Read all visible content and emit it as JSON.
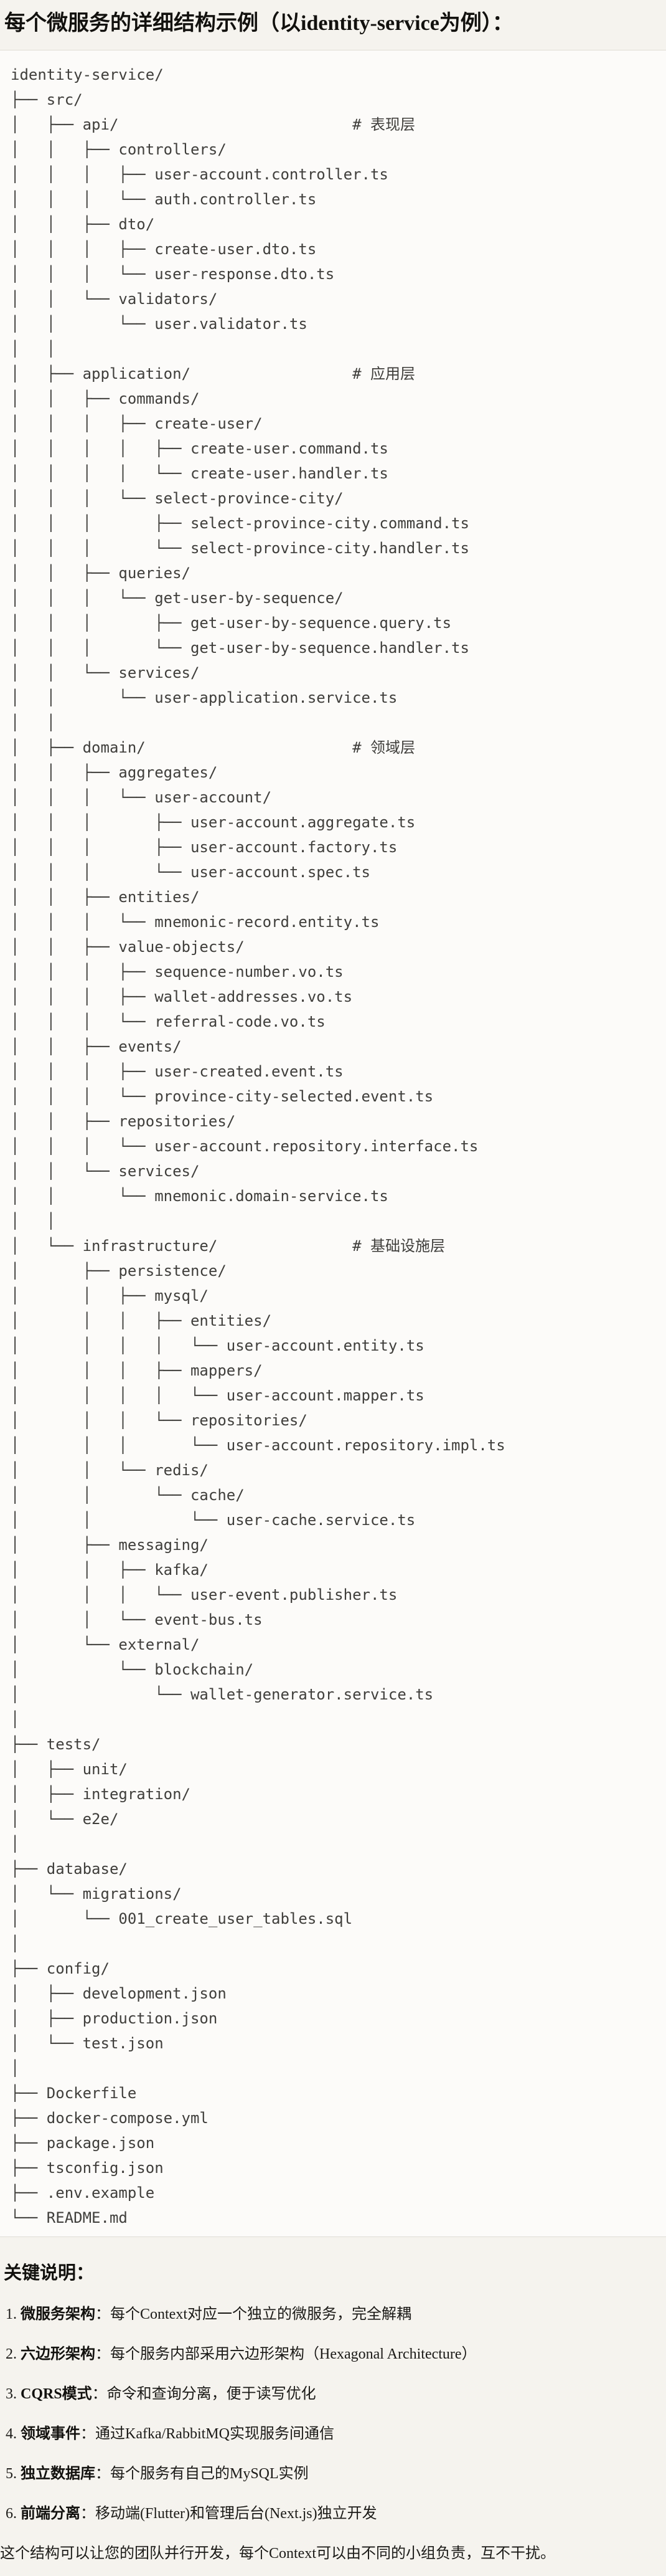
{
  "page": {
    "title": "每个微服务的详细结构示例（以identity-service为例）：",
    "colors": {
      "page_bg": "#F5F3EE",
      "code_bg": "#FCFBF9",
      "border": "#E0DDD6",
      "code_text": "#3F3E3B",
      "heading_text": "#12110E"
    }
  },
  "tree": {
    "lines": [
      "identity-service/",
      "├── src/",
      "│   ├── api/                          # 表现层",
      "│   │   ├── controllers/",
      "│   │   │   ├── user-account.controller.ts",
      "│   │   │   └── auth.controller.ts",
      "│   │   ├── dto/",
      "│   │   │   ├── create-user.dto.ts",
      "│   │   │   └── user-response.dto.ts",
      "│   │   └── validators/",
      "│   │       └── user.validator.ts",
      "│   │",
      "│   ├── application/                  # 应用层",
      "│   │   ├── commands/",
      "│   │   │   ├── create-user/",
      "│   │   │   │   ├── create-user.command.ts",
      "│   │   │   │   └── create-user.handler.ts",
      "│   │   │   └── select-province-city/",
      "│   │   │       ├── select-province-city.command.ts",
      "│   │   │       └── select-province-city.handler.ts",
      "│   │   ├── queries/",
      "│   │   │   └── get-user-by-sequence/",
      "│   │   │       ├── get-user-by-sequence.query.ts",
      "│   │   │       └── get-user-by-sequence.handler.ts",
      "│   │   └── services/",
      "│   │       └── user-application.service.ts",
      "│   │",
      "│   ├── domain/                       # 领域层",
      "│   │   ├── aggregates/",
      "│   │   │   └── user-account/",
      "│   │   │       ├── user-account.aggregate.ts",
      "│   │   │       ├── user-account.factory.ts",
      "│   │   │       └── user-account.spec.ts",
      "│   │   ├── entities/",
      "│   │   │   └── mnemonic-record.entity.ts",
      "│   │   ├── value-objects/",
      "│   │   │   ├── sequence-number.vo.ts",
      "│   │   │   ├── wallet-addresses.vo.ts",
      "│   │   │   └── referral-code.vo.ts",
      "│   │   ├── events/",
      "│   │   │   ├── user-created.event.ts",
      "│   │   │   └── province-city-selected.event.ts",
      "│   │   ├── repositories/",
      "│   │   │   └── user-account.repository.interface.ts",
      "│   │   └── services/",
      "│   │       └── mnemonic.domain-service.ts",
      "│   │",
      "│   └── infrastructure/               # 基础设施层",
      "│       ├── persistence/",
      "│       │   ├── mysql/",
      "│       │   │   ├── entities/",
      "│       │   │   │   └── user-account.entity.ts",
      "│       │   │   ├── mappers/",
      "│       │   │   │   └── user-account.mapper.ts",
      "│       │   │   └── repositories/",
      "│       │   │       └── user-account.repository.impl.ts",
      "│       │   └── redis/",
      "│       │       └── cache/",
      "│       │           └── user-cache.service.ts",
      "│       ├── messaging/",
      "│       │   ├── kafka/",
      "│       │   │   └── user-event.publisher.ts",
      "│       │   └── event-bus.ts",
      "│       └── external/",
      "│           └── blockchain/",
      "│               └── wallet-generator.service.ts",
      "│",
      "├── tests/",
      "│   ├── unit/",
      "│   ├── integration/",
      "│   └── e2e/",
      "│",
      "├── database/",
      "│   └── migrations/",
      "│       └── 001_create_user_tables.sql",
      "│",
      "├── config/",
      "│   ├── development.json",
      "│   ├── production.json",
      "│   └── test.json",
      "│",
      "├── Dockerfile",
      "├── docker-compose.yml",
      "├── package.json",
      "├── tsconfig.json",
      "├── .env.example",
      "└── README.md"
    ]
  },
  "notes": {
    "heading": "关键说明：",
    "items": [
      {
        "num": "1.",
        "label": "微服务架构",
        "text": "：每个Context对应一个独立的微服务，完全解耦"
      },
      {
        "num": "2.",
        "label": "六边形架构",
        "text": "：每个服务内部采用六边形架构（Hexagonal Architecture）"
      },
      {
        "num": "3.",
        "label": "CQRS模式",
        "text": "：命令和查询分离，便于读写优化"
      },
      {
        "num": "4.",
        "label": "领域事件",
        "text": "：通过Kafka/RabbitMQ实现服务间通信"
      },
      {
        "num": "5.",
        "label": "独立数据库",
        "text": "：每个服务有自己的MySQL实例"
      },
      {
        "num": "6.",
        "label": "前端分离",
        "text": "：移动端(Flutter)和管理后台(Next.js)独立开发"
      }
    ],
    "footer": "这个结构可以让您的团队并行开发，每个Context可以由不同的小组负责，互不干扰。"
  }
}
